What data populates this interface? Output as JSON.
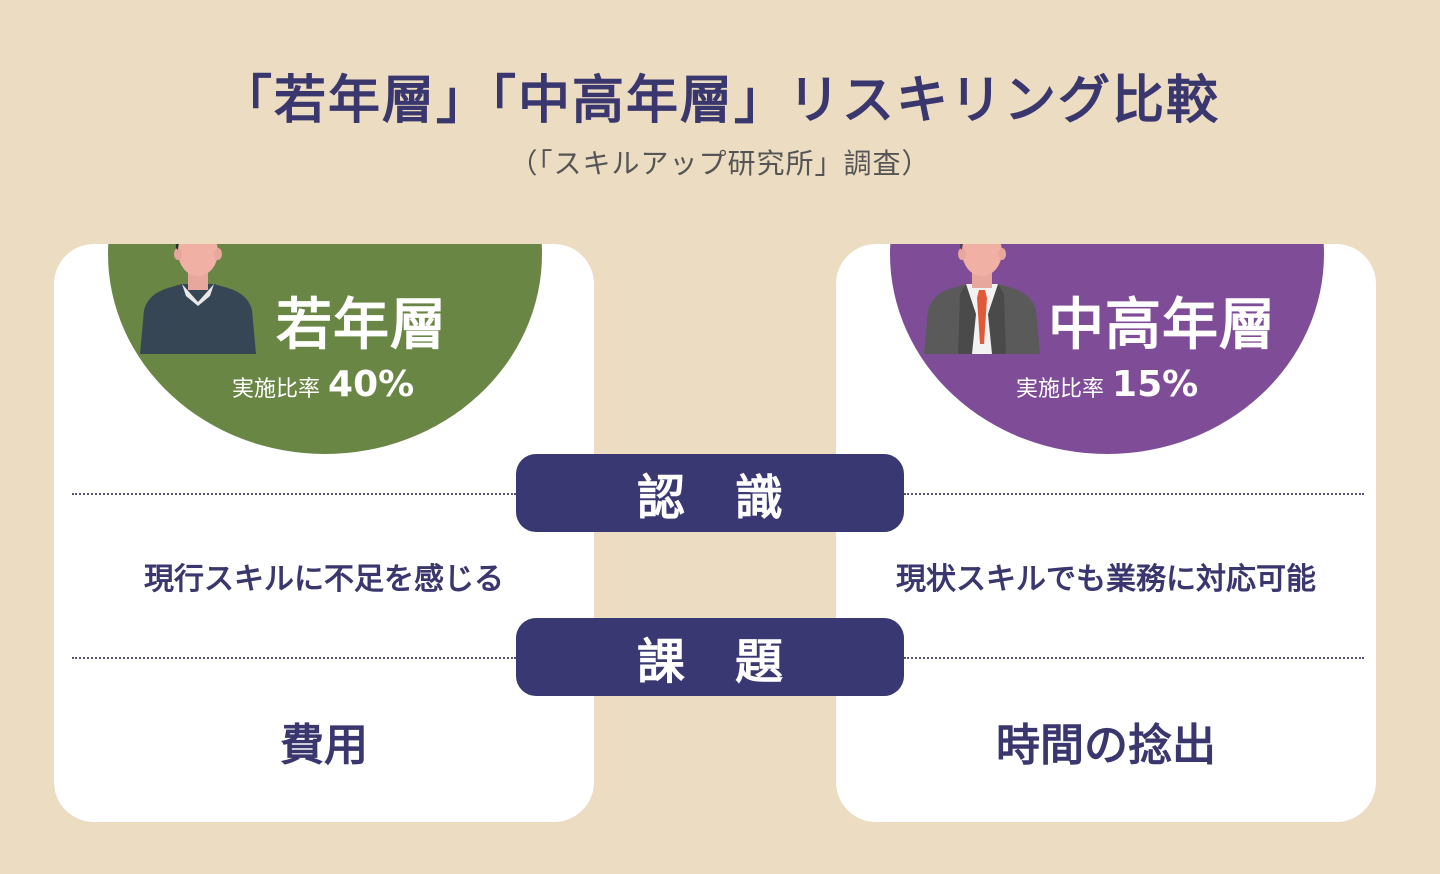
{
  "header": {
    "title": "「若年層」「中高年層」リスキリング比較",
    "subtitle": "（「スキルアップ研究所」調査）"
  },
  "labels": {
    "recognition": "認識",
    "issue": "課題"
  },
  "groups": [
    {
      "name": "若年層",
      "rate_label": "実施比率",
      "rate_value": "40%",
      "recognition": "現行スキルに不足を感じる",
      "issue": "費用",
      "color": "#6a8645"
    },
    {
      "name": "中高年層",
      "rate_label": "実施比率",
      "rate_value": "15%",
      "recognition": "現状スキルでも業務に対応可能",
      "issue": "時間の捻出",
      "color": "#7f4d98"
    }
  ],
  "colors": {
    "background": "#ebdcc2",
    "navy": "#3a3872",
    "card": "#ffffff"
  },
  "icons": [
    "young-man-icon",
    "middle-aged-man-icon"
  ]
}
